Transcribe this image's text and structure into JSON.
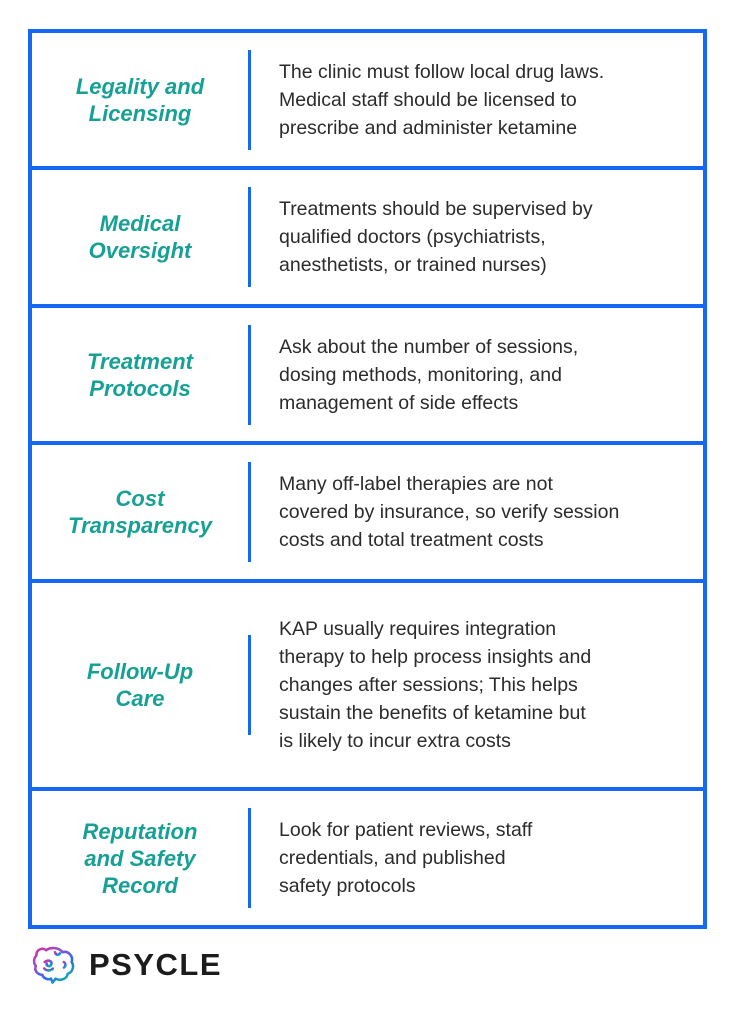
{
  "theme": {
    "border_blue": "#1568f2",
    "label_teal": "#17a094",
    "body_text_color": "#2b2b2b",
    "background": "#ffffff",
    "logo_text_color": "#1c1c1c",
    "logo_gradient": [
      "#e0318e",
      "#8a4fd8",
      "#2f6bf0",
      "#0cb69c"
    ]
  },
  "rows": [
    {
      "label": "Legality and\nLicensing",
      "text": "The clinic must follow local drug laws.\nMedical staff should be licensed to\nprescribe and administer ketamine"
    },
    {
      "label": "Medical\nOversight",
      "text": "Treatments should be supervised by\nqualified doctors (psychiatrists,\nanesthetists, or trained nurses)"
    },
    {
      "label": "Treatment\nProtocols",
      "text": "Ask about the number of sessions,\ndosing methods, monitoring, and\nmanagement of side effects"
    },
    {
      "label": "Cost\nTransparency",
      "text": "Many off-label therapies are not\ncovered by insurance, so verify session\ncosts and total treatment costs"
    },
    {
      "label": "Follow-Up\nCare",
      "text": "KAP usually requires integration\ntherapy to help process insights and\nchanges after sessions; This helps\nsustain the benefits of ketamine but\nis likely to incur extra costs"
    },
    {
      "label": "Reputation\nand Safety\nRecord",
      "text": "Look for patient reviews, staff\ncredentials, and published\nsafety protocols"
    }
  ],
  "footer": {
    "brand": "PSYCLE",
    "icon": "brain-icon"
  }
}
